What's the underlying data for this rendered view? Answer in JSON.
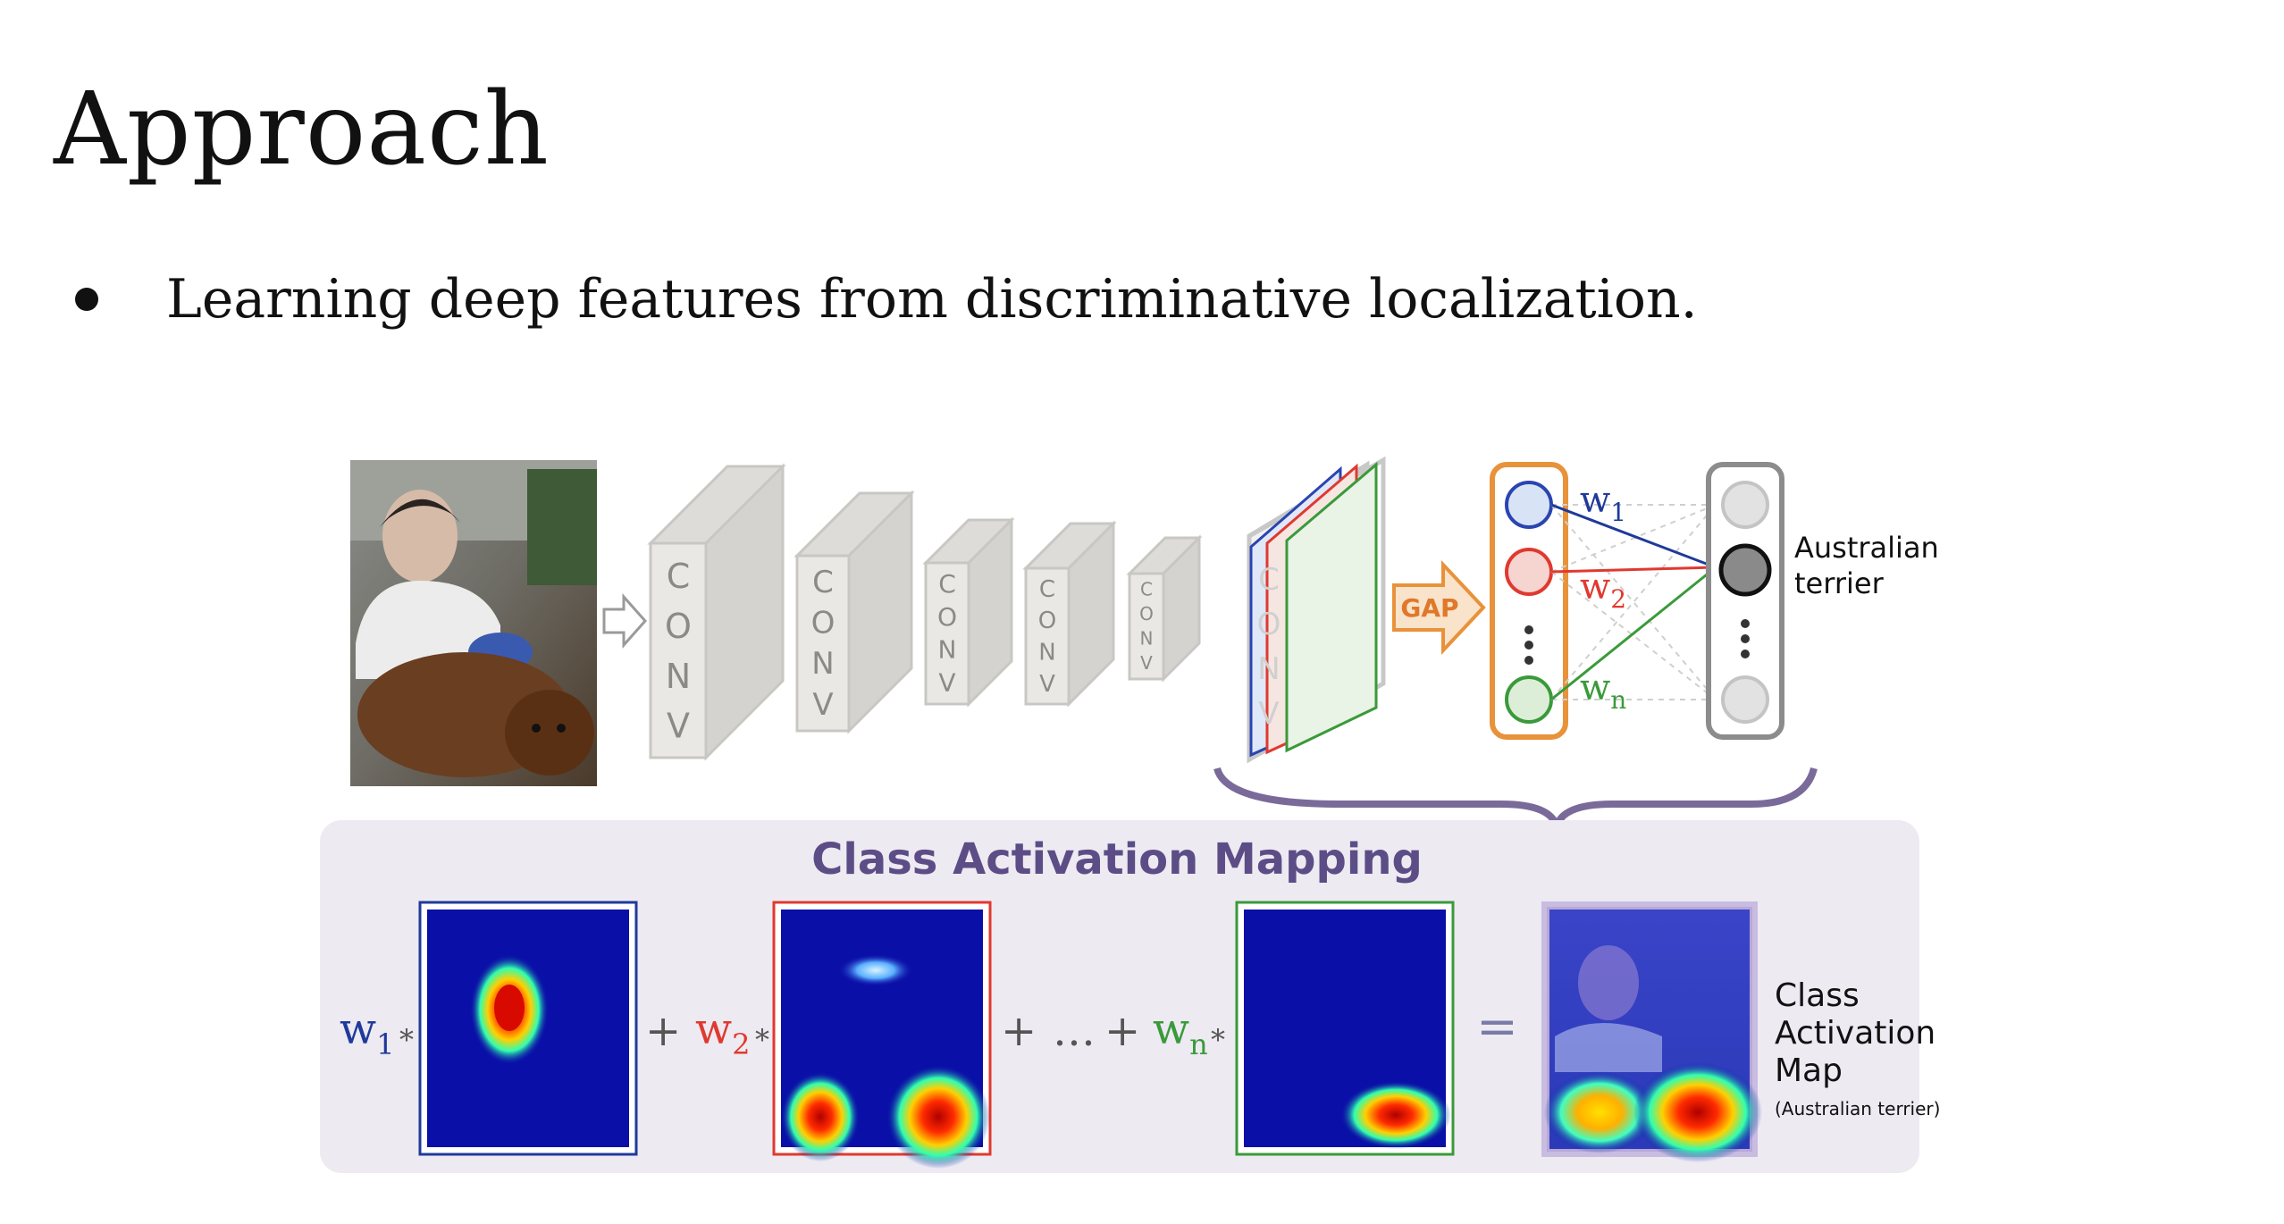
{
  "slide": {
    "title": "Approach",
    "bullet": "Learning deep features from discriminative localization."
  },
  "figure": {
    "conv_label": [
      "C",
      "O",
      "N",
      "V"
    ],
    "gap_label": "GAP",
    "weights": {
      "w": "w",
      "w1_sub": "1",
      "w2_sub": "2",
      "wn_sub": "n",
      "w1_color": "#1f3a9a",
      "w2_color": "#e0392f",
      "wn_color": "#3a9a3a"
    },
    "output_class": [
      "Australian",
      "terrier"
    ],
    "cam_banner": "Class Activation Mapping",
    "equation": {
      "star": "*",
      "plus": "+",
      "ellipsis": "…",
      "equals": "="
    },
    "cam_result": {
      "lines": [
        "Class",
        "Activation",
        "Map"
      ],
      "note": "(Australian terrier)"
    },
    "colors": {
      "conv_face": "#e9e8e4",
      "conv_side": "#d4d3cf",
      "gap_orange": "#e8923a",
      "output_gray": "#8c8c8c",
      "cam_bg": "#edeaf2",
      "cam_title": "#5d4d86",
      "brace": "#7a6a9a",
      "heatmap_bg": "#0a0fa8"
    }
  }
}
